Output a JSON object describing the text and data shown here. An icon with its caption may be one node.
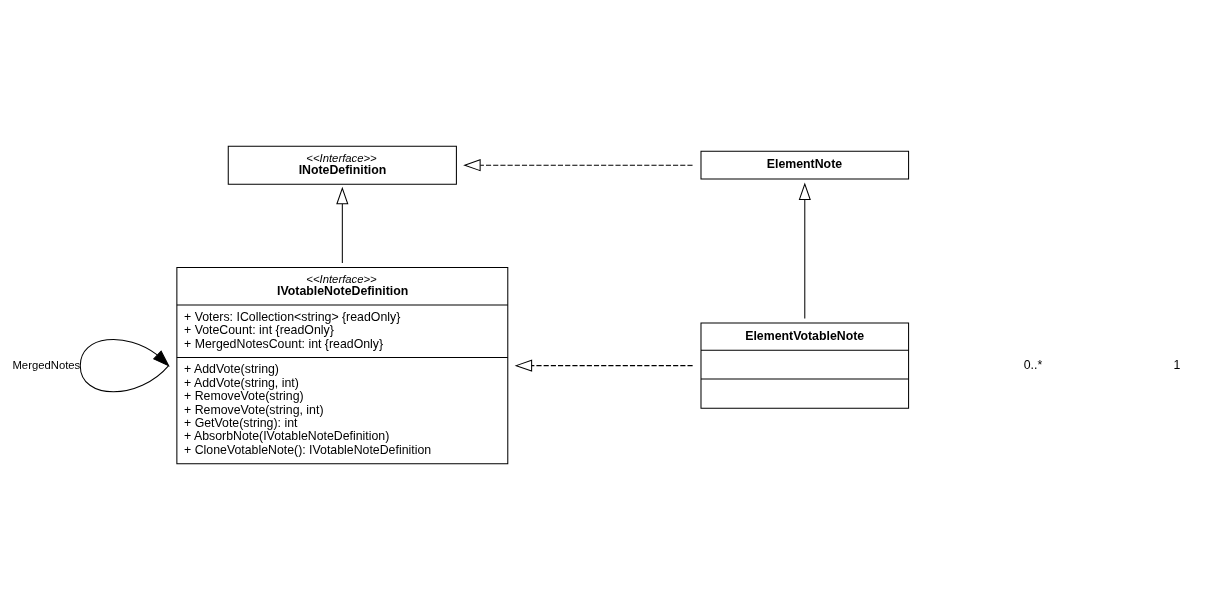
{
  "diagram": {
    "nodes": [
      {
        "text": [
          "<<Interface>>",
          "INoteDefinition"
        ]
      },
      {
        "text": [
          "ElementNote"
        ]
      },
      {
        "text": [
          "<<Interface>>",
          "IVotableNoteDefinition",
          "+ Voters: ICollection<string> {readOnly}",
          "+ VoteCount: int {readOnly}",
          "+ MergedNotesCount: int {readOnly}",
          "+ AddVote(string)",
          "+ AddVote(string, int)",
          "+ RemoveVote(string)",
          "+ RemoveVote(string, int)",
          "+ GetVote(string): int",
          "+ AbsorbNote(IVotableNoteDefinition)",
          "+ CloneVotableNote(): IVotableNoteDefinition"
        ]
      },
      {
        "text": [
          "ElementVotableNote"
        ]
      }
    ],
    "edges": [
      {
        "from": 1,
        "to": 0,
        "arrow": "to",
        "style": "dashed"
      },
      {
        "from": 2,
        "to": 0,
        "arrow": "to"
      },
      {
        "from": 3,
        "to": 1,
        "arrow": "to"
      },
      {
        "from": 3,
        "to": 2,
        "arrow": "to",
        "style": "dashed"
      },
      {
        "from": 2,
        "to": 2,
        "arrow": "to",
        "label": "MergedNotes"
      }
    ],
    "labels": [
      "0..*",
      "1"
    ]
  }
}
